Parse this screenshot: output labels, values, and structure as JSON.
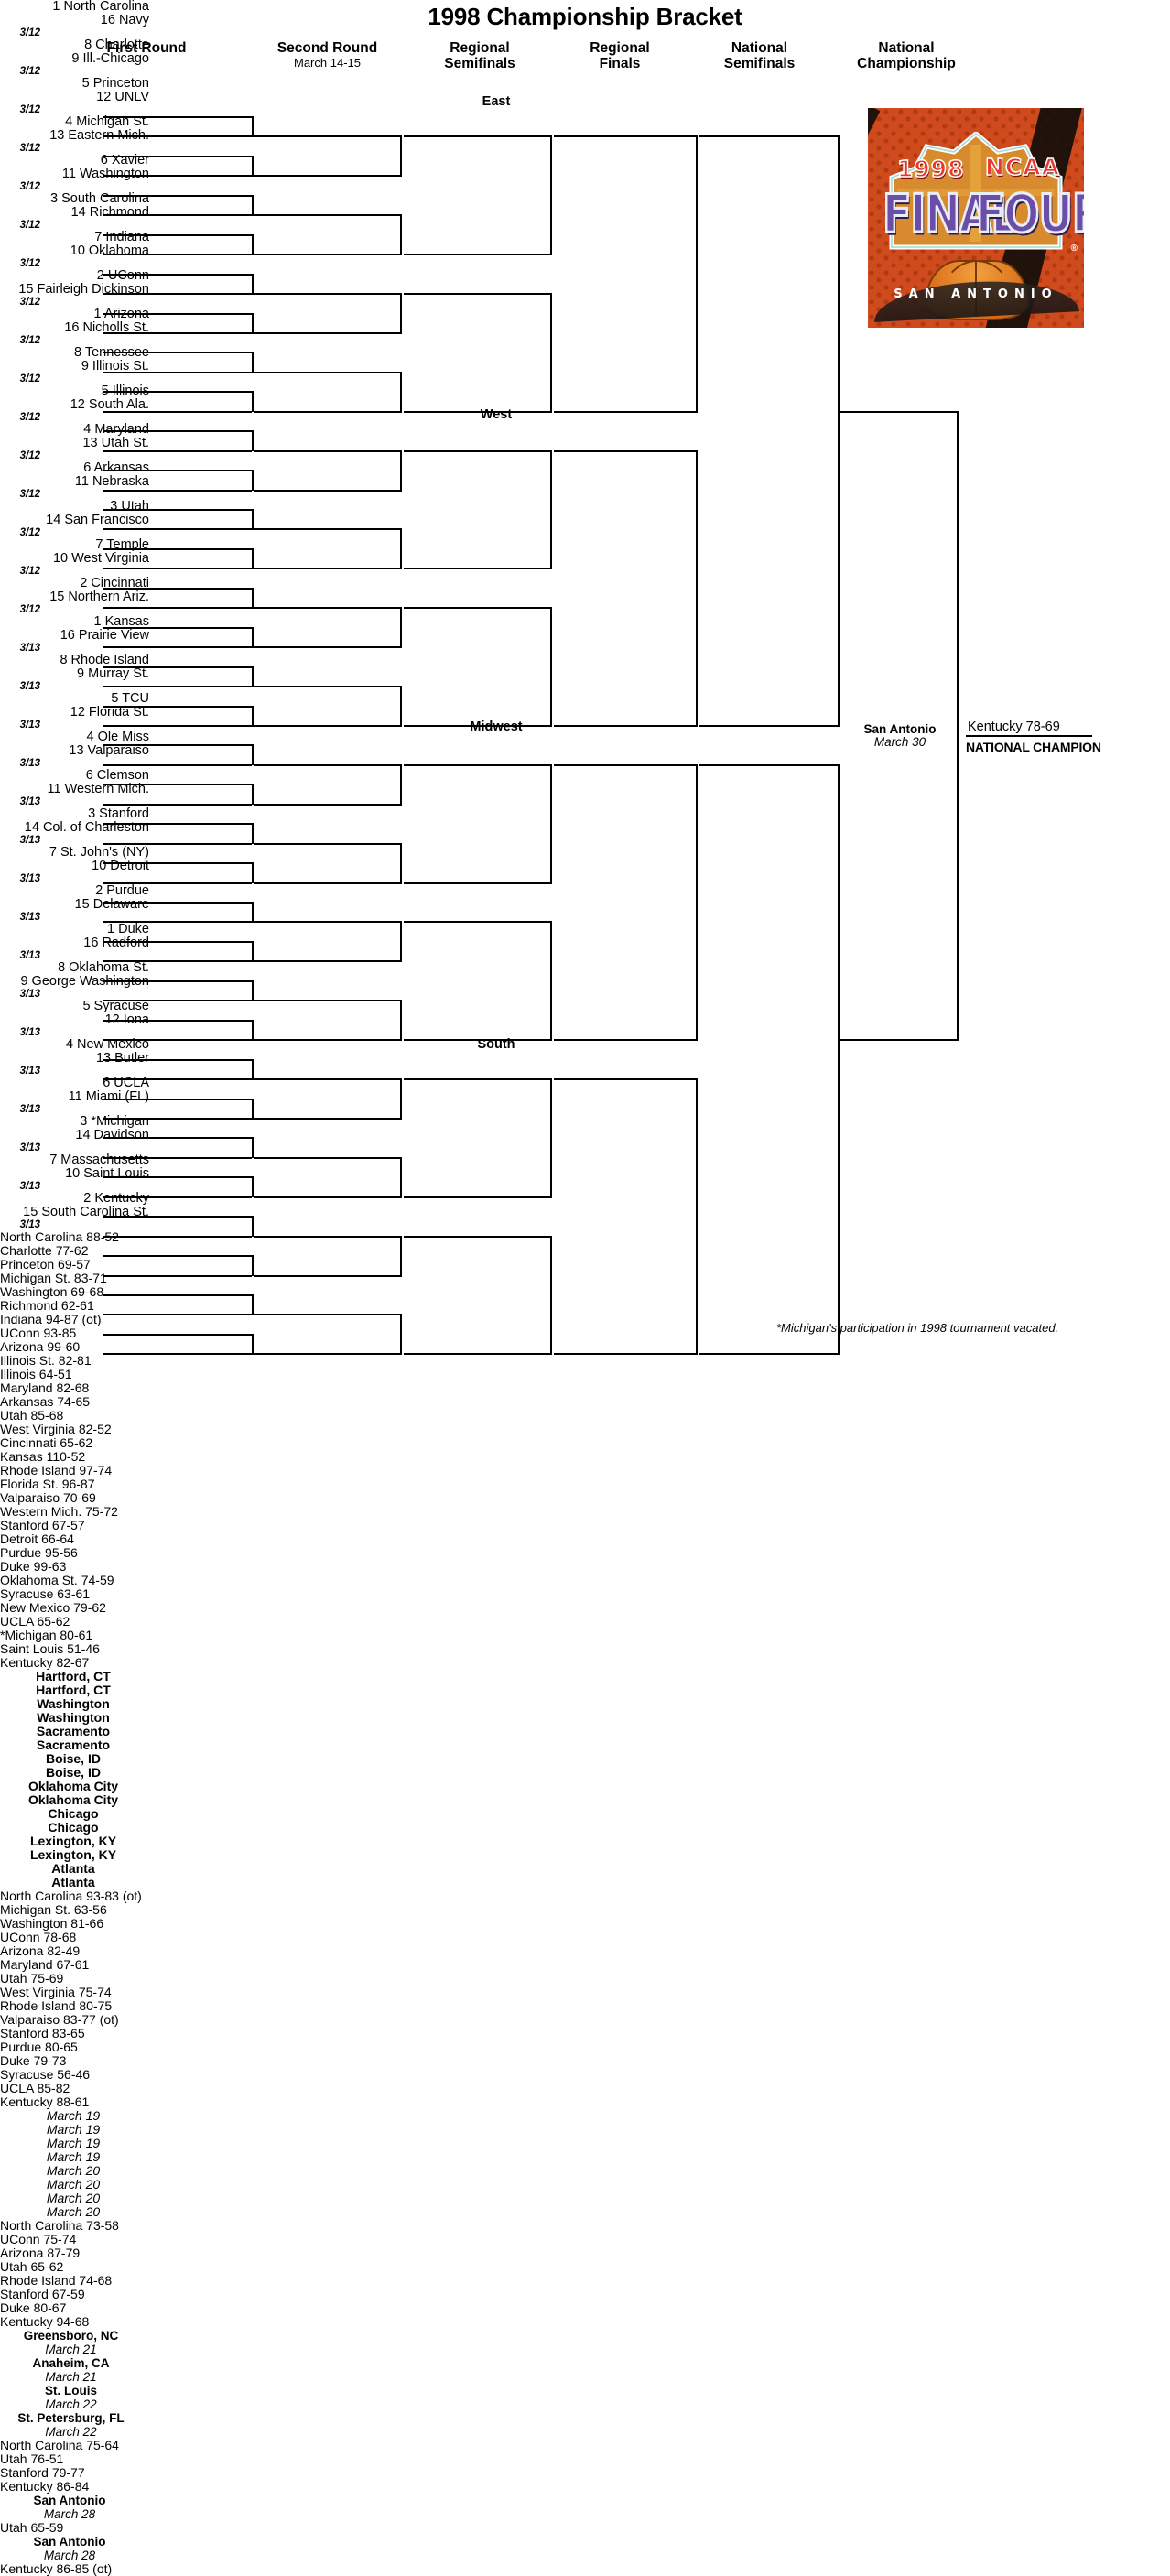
{
  "title": "1998 Championship Bracket",
  "columns": [
    {
      "name": "first-round",
      "label": "First Round",
      "sub": ""
    },
    {
      "name": "second-round",
      "label": "Second Round",
      "sub": "March 14-15"
    },
    {
      "name": "regional-semifinals",
      "label": "Regional\nSemifinals",
      "line1": "Regional",
      "line2": "Semifinals",
      "sub": ""
    },
    {
      "name": "regional-finals",
      "label": "Regional\nFinals",
      "line1": "Regional",
      "line2": "Finals",
      "sub": ""
    },
    {
      "name": "national-semifinals",
      "label": "National\nSemifinals",
      "line1": "National",
      "line2": "Semifinals",
      "sub": ""
    },
    {
      "name": "national-championship",
      "label": "National\nChampionship",
      "line1": "National",
      "line2": "Championship",
      "sub": ""
    }
  ],
  "regions": [
    {
      "name": "East",
      "label": "East"
    },
    {
      "name": "West",
      "label": "West"
    },
    {
      "name": "Midwest",
      "label": "Midwest"
    },
    {
      "name": "South",
      "label": "South"
    }
  ],
  "first_round_dates": {
    "east_west": "3/12",
    "midwest_south": "3/13"
  },
  "teams": [
    "1 North Carolina",
    "16 Navy",
    "8 Charlotte",
    "9 Ill.-Chicago",
    "5 Princeton",
    "12 UNLV",
    "4 Michigan St.",
    "13 Eastern Mich.",
    "6 Xavier",
    "11 Washington",
    "3 South Carolina",
    "14 Richmond",
    "7 Indiana",
    "10 Oklahoma",
    "2 UConn",
    "15 Fairleigh Dickinson",
    "1 Arizona",
    "16 Nicholls St.",
    "8 Tennessee",
    "9 Illinois St.",
    "5 Illinois",
    "12 South Ala.",
    "4 Maryland",
    "13 Utah St.",
    "6 Arkansas",
    "11 Nebraska",
    "3 Utah",
    "14 San Francisco",
    "7 Temple",
    "10 West Virginia",
    "2 Cincinnati",
    "15 Northern Ariz.",
    "1 Kansas",
    "16 Prairie View",
    "8 Rhode Island",
    "9 Murray St.",
    "5 TCU",
    "12 Florida St.",
    "4 Ole Miss",
    "13 Valparaiso",
    "6 Clemson",
    "11 Western Mich.",
    "3 Stanford",
    "14 Col. of Charleston",
    "7 St. John's (NY)",
    "10 Detroit",
    "2 Purdue",
    "15 Delaware",
    "1 Duke",
    "16 Radford",
    "8 Oklahoma St.",
    "9 George Washington",
    "5 Syracuse",
    "12 Iona",
    "4 New Mexico",
    "13 Butler",
    "6 UCLA",
    "11 Miami (FL)",
    "3 *Michigan",
    "14 Davidson",
    "7 Massachusetts",
    "10 Saint Louis",
    "2 Kentucky",
    "15 South Carolina St."
  ],
  "round2": [
    "North Carolina 88-52",
    "Charlotte 77-62",
    "Princeton 69-57",
    "Michigan St. 83-71",
    "Washington 69-68",
    "Richmond 62-61",
    "Indiana 94-87 (ot)",
    "UConn 93-85",
    "Arizona 99-60",
    "Illinois St. 82-81",
    "Illinois 64-51",
    "Maryland 82-68",
    "Arkansas 74-65",
    "Utah 85-68",
    "West Virginia 82-52",
    "Cincinnati 65-62",
    "Kansas 110-52",
    "Rhode Island 97-74",
    "Florida St. 96-87",
    "Valparaiso 70-69",
    "Western Mich. 75-72",
    "Stanford 67-57",
    "Detroit 66-64",
    "Purdue 95-56",
    "Duke 99-63",
    "Oklahoma St. 74-59",
    "Syracuse 63-61",
    "New Mexico 79-62",
    "UCLA 65-62",
    "*Michigan 80-61",
    "Saint Louis 51-46",
    "Kentucky 82-67"
  ],
  "round2_sites": [
    "Hartford, CT",
    "Hartford, CT",
    "Washington",
    "Washington",
    "Sacramento",
    "Sacramento",
    "Boise, ID",
    "Boise, ID",
    "Oklahoma City",
    "Oklahoma City",
    "Chicago",
    "Chicago",
    "Lexington, KY",
    "Lexington, KY",
    "Atlanta",
    "Atlanta"
  ],
  "regional_semis": [
    "North Carolina 93-83 (ot)",
    "Michigan St. 63-56",
    "Washington 81-66",
    "UConn 78-68",
    "Arizona 82-49",
    "Maryland 67-61",
    "Utah 75-69",
    "West Virginia 75-74",
    "Rhode Island 80-75",
    "Valparaiso 83-77 (ot)",
    "Stanford 83-65",
    "Purdue 80-65",
    "Duke 79-73",
    "Syracuse 56-46",
    "UCLA 85-82",
    "Kentucky 88-61"
  ],
  "regional_semi_dates": [
    "March 19",
    "March 19",
    "March 19",
    "March 19",
    "March 20",
    "March 20",
    "March 20",
    "March 20"
  ],
  "regional_finals": [
    "North Carolina 73-58",
    "UConn 75-74",
    "Arizona 87-79",
    "Utah 65-62",
    "Rhode Island 74-68",
    "Stanford 67-59",
    "Duke 80-67",
    "Kentucky 94-68"
  ],
  "regional_final_sites": [
    {
      "city": "Greensboro, NC",
      "date": "March 21"
    },
    {
      "city": "Anaheim, CA",
      "date": "March 21"
    },
    {
      "city": "St. Louis",
      "date": "March 22"
    },
    {
      "city": "St. Petersburg, FL",
      "date": "March 22"
    }
  ],
  "regional_champs": [
    "North Carolina 75-64",
    "Utah 76-51",
    "Stanford 79-77",
    "Kentucky 86-84"
  ],
  "national_semis": [
    {
      "result": "Utah 65-59",
      "site": "San Antonio",
      "date": "March 28"
    },
    {
      "result": "Kentucky 86-85 (ot)",
      "site": "San Antonio",
      "date": "March 28"
    }
  ],
  "final": {
    "site": "San Antonio",
    "date": "March 30",
    "result": "Kentucky 78-69",
    "champion_label": "NATIONAL CHAMPION"
  },
  "footnote": "*Michigan's participation in 1998 tournament vacated.",
  "logo": {
    "year": "1998",
    "org": "NCAA",
    "line1": "FINAL",
    "line2": "FOUR",
    "city": "SAN ANTONIO",
    "registered": "®"
  },
  "colors": {
    "line": "#000000",
    "logo_orange": "#d94e20",
    "logo_purple": "#6a4ea8",
    "logo_red": "#e8382e"
  }
}
